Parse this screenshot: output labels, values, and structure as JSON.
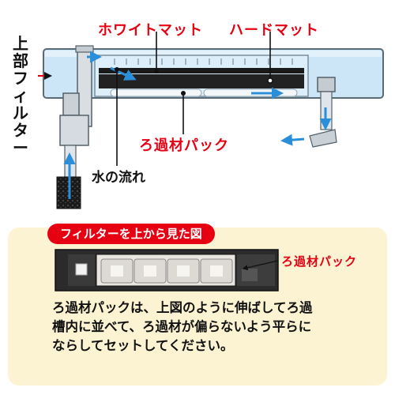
{
  "labels": {
    "white_mat": "ホワイトマット",
    "hard_mat": "ハードマット",
    "upper_filter": "上部フィルター",
    "media_pack": "ろ過材パック",
    "water_flow": "水の流れ"
  },
  "bottom": {
    "title": "フィルターを上から見た図",
    "media_pack_label": "ろ過材パック",
    "description_lines": [
      "ろ過材パックは、上図のように伸ばしてろ過",
      "槽内に並べて、ろ過材が偏らないよう平らに",
      "ならしてセットしてください。"
    ]
  },
  "colors": {
    "label_red": "#e60012",
    "tank_blue": "#cde6f7",
    "arrow_blue": "#2a8fd8",
    "panel_bg": "#fbf3d2"
  }
}
